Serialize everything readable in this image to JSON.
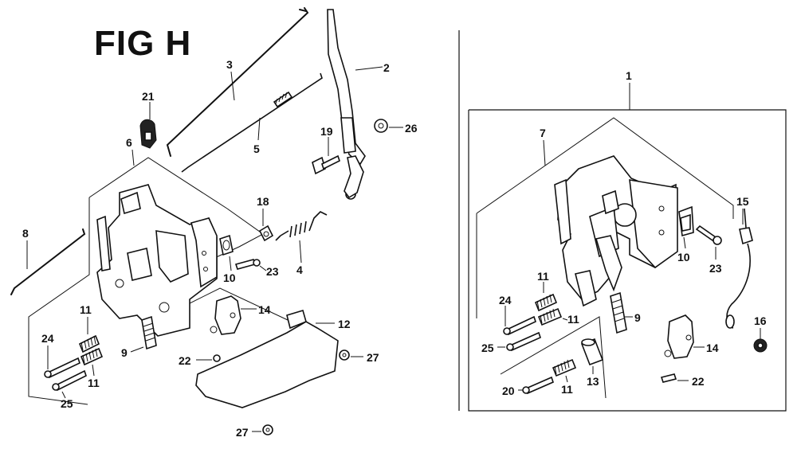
{
  "figure": {
    "title": "FIG H"
  },
  "callouts": [
    {
      "id": "c2",
      "text": "2"
    },
    {
      "id": "c3",
      "text": "3"
    },
    {
      "id": "c21",
      "text": "21"
    },
    {
      "id": "c6",
      "text": "6"
    },
    {
      "id": "c5",
      "text": "5"
    },
    {
      "id": "c19",
      "text": "19"
    },
    {
      "id": "c26",
      "text": "26"
    },
    {
      "id": "c18",
      "text": "18"
    },
    {
      "id": "c8",
      "text": "8"
    },
    {
      "id": "c4",
      "text": "4"
    },
    {
      "id": "c23a",
      "text": "23"
    },
    {
      "id": "c10a",
      "text": "10"
    },
    {
      "id": "c14a",
      "text": "14"
    },
    {
      "id": "c12",
      "text": "12"
    },
    {
      "id": "c11a",
      "text": "11"
    },
    {
      "id": "c24a",
      "text": "24"
    },
    {
      "id": "c11b",
      "text": "11"
    },
    {
      "id": "c9a",
      "text": "9"
    },
    {
      "id": "c22a",
      "text": "22"
    },
    {
      "id": "c27a",
      "text": "27"
    },
    {
      "id": "c25a",
      "text": "25"
    },
    {
      "id": "c27b",
      "text": "27"
    },
    {
      "id": "c1",
      "text": "1"
    },
    {
      "id": "c7",
      "text": "7"
    },
    {
      "id": "c15",
      "text": "15"
    },
    {
      "id": "c10b",
      "text": "10"
    },
    {
      "id": "c23b",
      "text": "23"
    },
    {
      "id": "c11c",
      "text": "11"
    },
    {
      "id": "c24b",
      "text": "24"
    },
    {
      "id": "c11d",
      "text": "11"
    },
    {
      "id": "c25b",
      "text": "25"
    },
    {
      "id": "c9b",
      "text": "9"
    },
    {
      "id": "c16",
      "text": "16"
    },
    {
      "id": "c14b",
      "text": "14"
    },
    {
      "id": "c13",
      "text": "13"
    },
    {
      "id": "c20",
      "text": "20"
    },
    {
      "id": "c11e",
      "text": "11"
    },
    {
      "id": "c22b",
      "text": "22"
    }
  ]
}
